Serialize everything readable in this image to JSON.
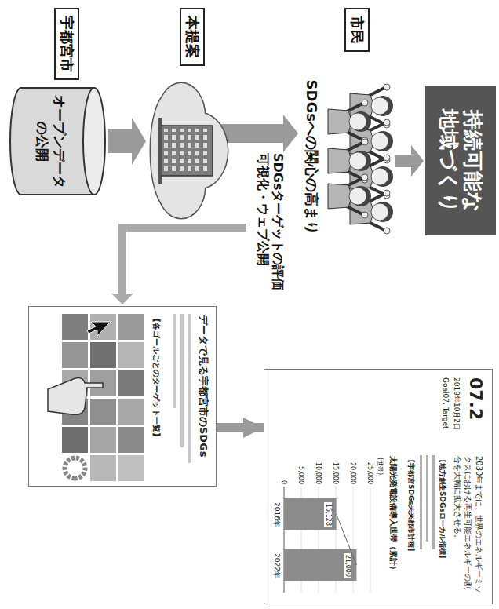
{
  "diagram": {
    "nodes": [
      {
        "text": [
          "宇都宮市"
        ]
      },
      {
        "text": [
          "オープンデータ の公開"
        ]
      },
      {
        "text": [
          "本提案"
        ]
      },
      {
        "text": [
          "市民"
        ]
      },
      {
        "text": [
          "持続可能な 地域づくり"
        ]
      },
      {
        "text": [
          "データで見る宇都宮市のSDGs",
          "【各ゴールごとのターゲット一覧】"
        ]
      },
      {
        "text": [
          "07.2",
          "2019年10月2日",
          "Goal07, Target",
          "2030年までに、世界のエネルギーミックスにおける再生可能エネルギーの割合を大幅に拡大させる。",
          "【地方創生SDGsローカル指標】",
          "【宇都宮SDGs未来都市計画】",
          "太陽光発電設備導入世帯（累計）",
          "(世帯)",
          "25,000",
          "20,000",
          "15,000",
          "10,000",
          "5,000",
          "0",
          "15,128",
          "21,000",
          "2016年",
          "2022年"
        ]
      }
    ],
    "edges": [
      {
        "from": 5,
        "to": 6,
        "arrow": "to"
      }
    ],
    "labels": [
      "SDGsターゲットの評価 可視化・ウェブ公開",
      "SDGsへの関心の高まり"
    ]
  }
}
